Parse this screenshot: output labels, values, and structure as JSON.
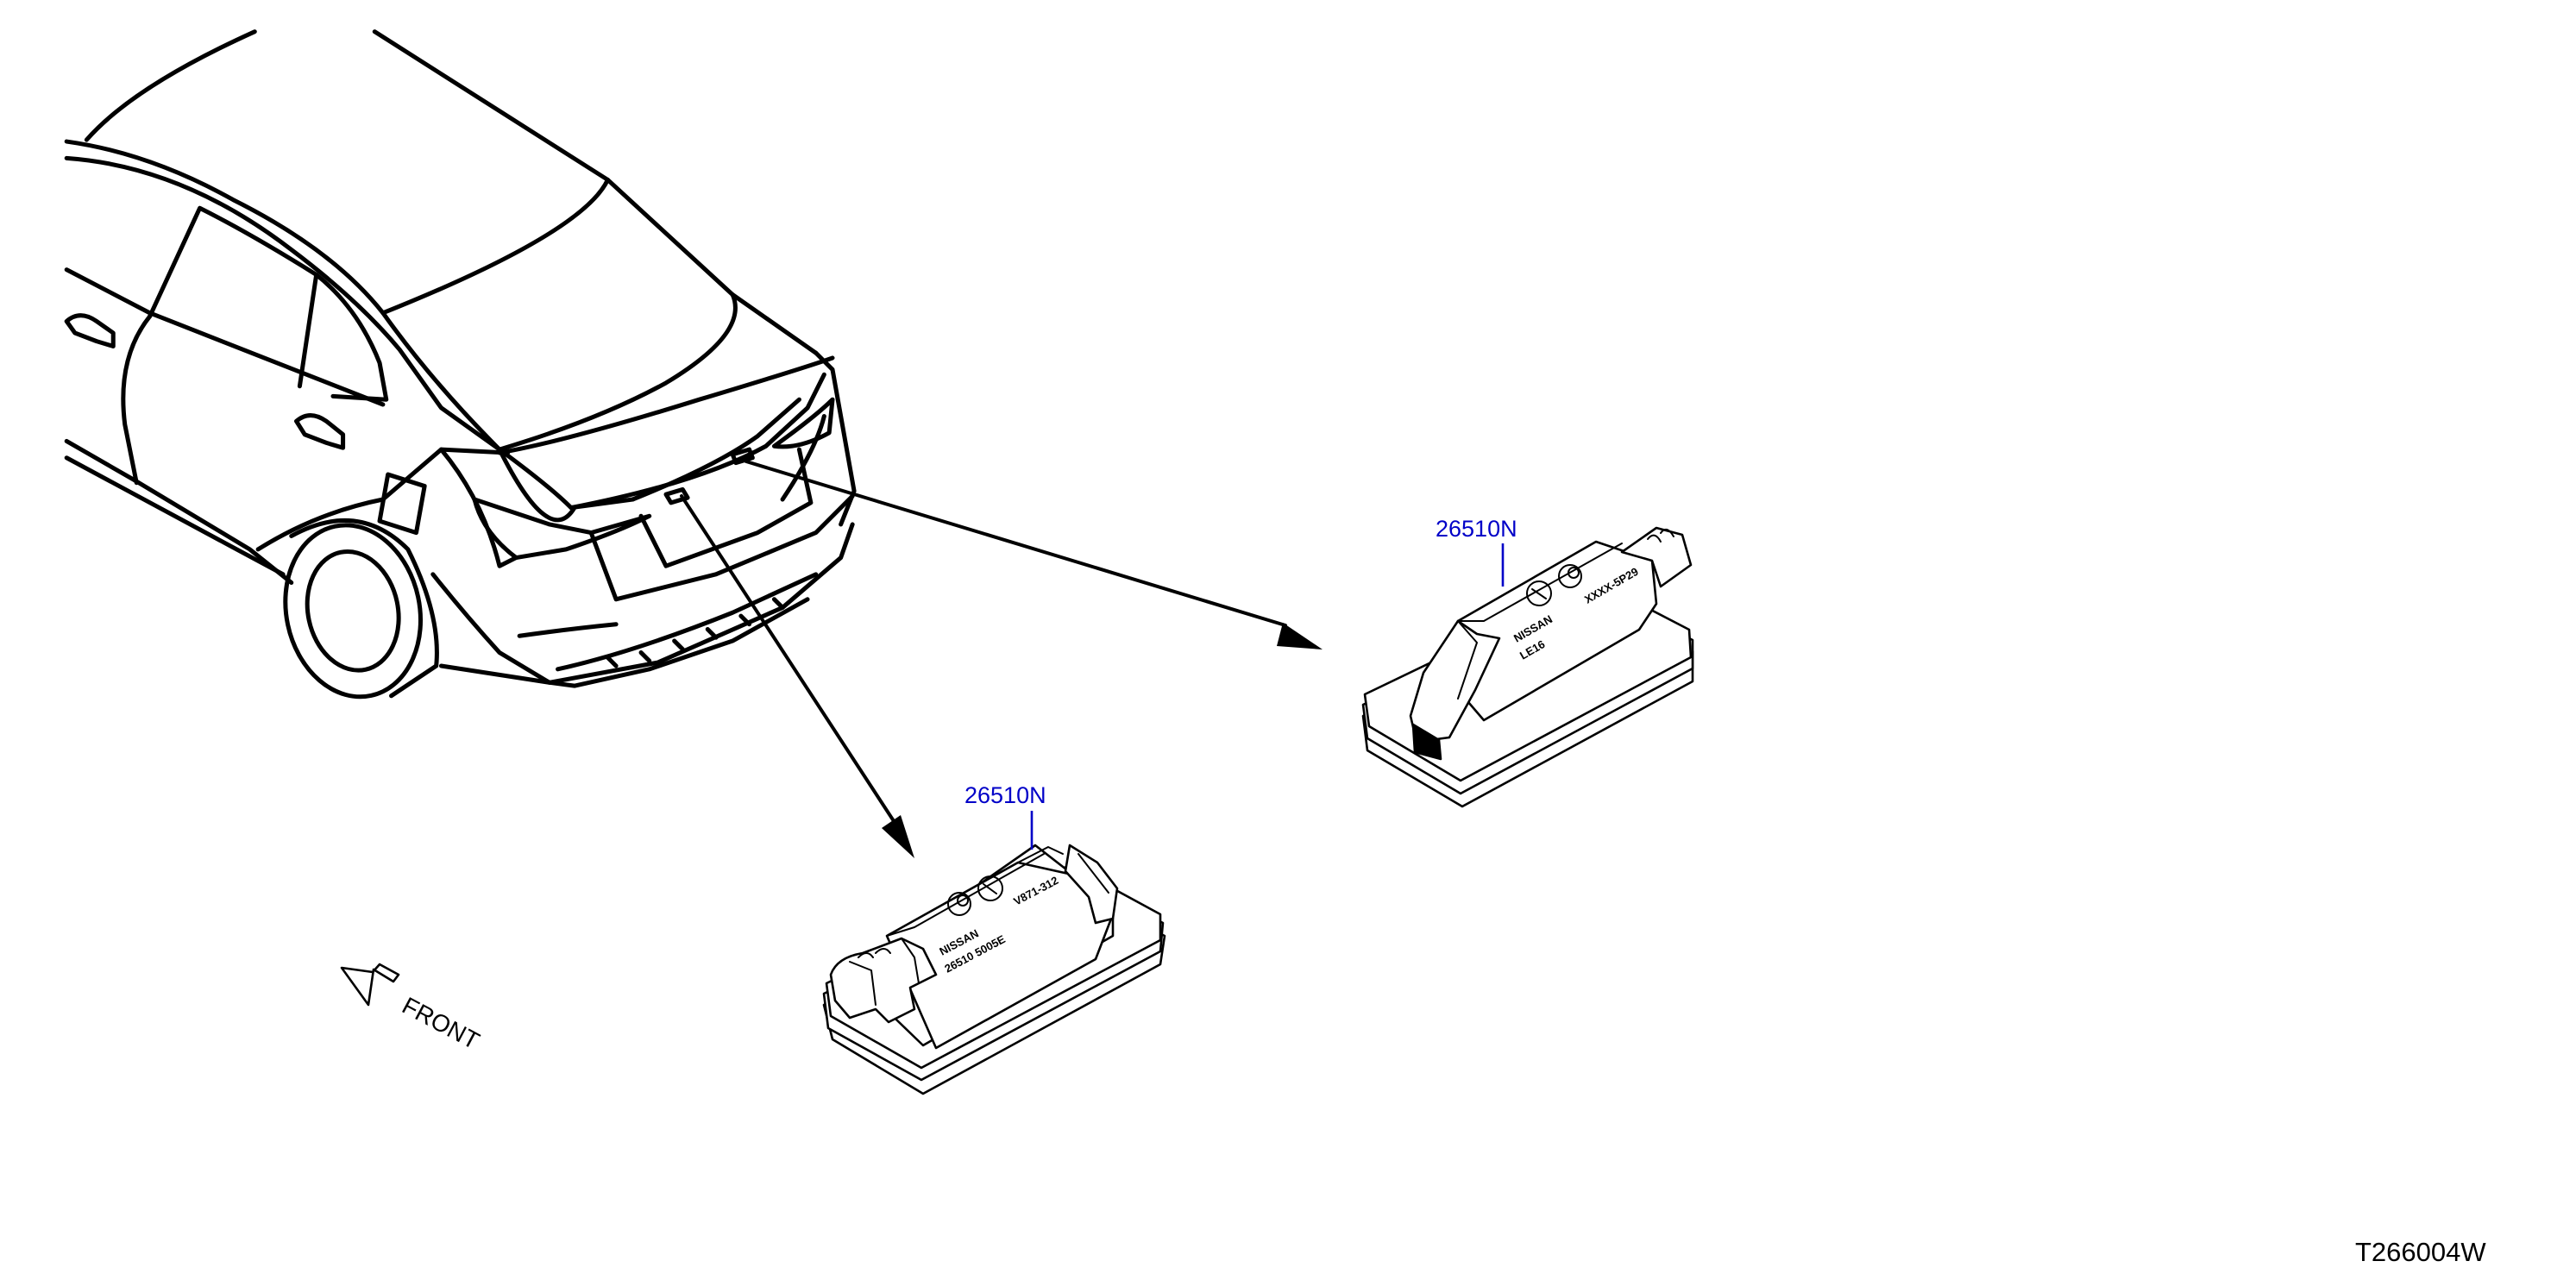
{
  "callouts": [
    {
      "part_number": "26510N"
    },
    {
      "part_number": "26510N"
    }
  ],
  "orientation": {
    "label": "FRONT",
    "icon": "front-arrow-icon"
  },
  "diagram_id": "T266004W",
  "colors": {
    "callout": "#0000c8",
    "line": "#000000",
    "background": "#ffffff"
  }
}
